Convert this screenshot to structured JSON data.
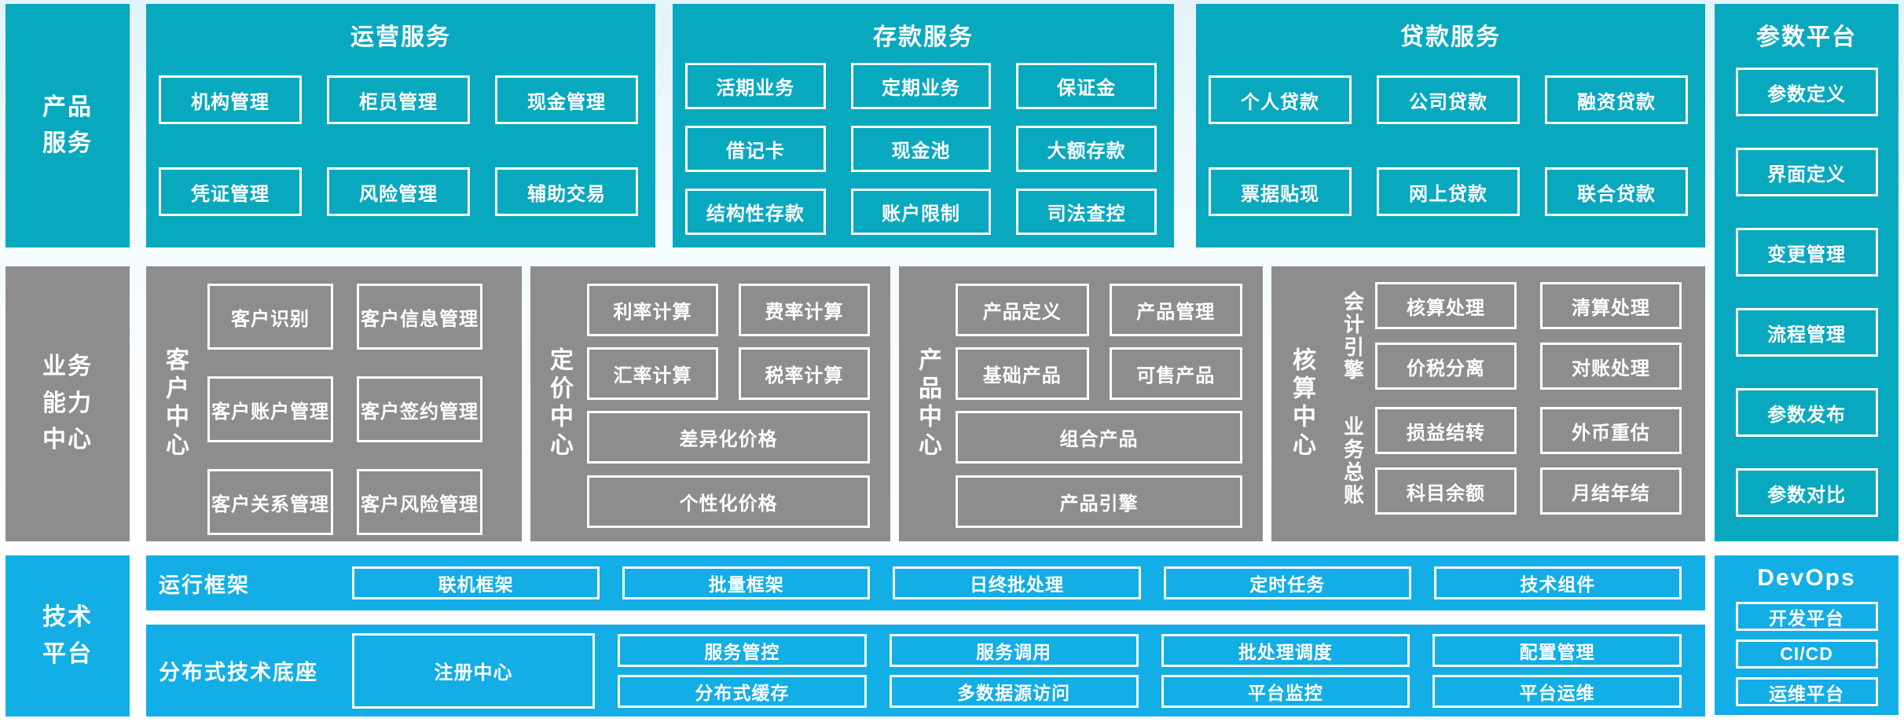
{
  "colors": {
    "teal": "#08a8bf",
    "gray": "#8d8d8d",
    "blue": "#12aee5",
    "box_border": "#ffffff",
    "text": "#ffffff"
  },
  "top": {
    "sidebar": "产品\n服务",
    "ops": {
      "title": "运营服务",
      "boxes": [
        "机构管理",
        "柜员管理",
        "现金管理",
        "凭证管理",
        "风险管理",
        "辅助交易"
      ]
    },
    "deposit": {
      "title": "存款服务",
      "boxes": [
        "活期业务",
        "定期业务",
        "保证金",
        "借记卡",
        "现金池",
        "大额存款",
        "结构性存款",
        "账户限制",
        "司法查控"
      ]
    },
    "loan": {
      "title": "贷款服务",
      "boxes": [
        "个人贷款",
        "公司贷款",
        "融资贷款",
        "票据贴现",
        "网上贷款",
        "联合贷款"
      ]
    },
    "param": {
      "title": "参数平台",
      "boxes": [
        "参数定义",
        "界面定义",
        "变更管理",
        "流程管理",
        "参数发布",
        "参数对比"
      ]
    }
  },
  "mid": {
    "sidebar": "业务\n能力\n中心",
    "customer": {
      "label": "客户中心",
      "boxes": [
        "客户识别",
        "客户信息管理",
        "客户账户管理",
        "客户签约管理",
        "客户关系管理",
        "客户风险管理"
      ]
    },
    "pricing": {
      "label": "定价中心",
      "boxes": [
        "利率计算",
        "费率计算",
        "汇率计算",
        "税率计算"
      ],
      "wide": [
        "差异化价格",
        "个性化价格"
      ]
    },
    "product": {
      "label": "产品中心",
      "boxes": [
        "产品定义",
        "产品管理",
        "基础产品",
        "可售产品"
      ],
      "wide": [
        "组合产品",
        "产品引擎"
      ]
    },
    "accounting": {
      "label": "核算中心",
      "groups": [
        {
          "label": "会计引擎",
          "boxes": [
            "核算处理",
            "清算处理",
            "价税分离",
            "对账处理"
          ]
        },
        {
          "label": "业务总账",
          "boxes": [
            "损益结转",
            "外币重估",
            "科目余额",
            "月结年结"
          ]
        }
      ]
    }
  },
  "bottom": {
    "sidebar": "技术\n平台",
    "runtime": {
      "label": "运行框架",
      "boxes": [
        "联机框架",
        "批量框架",
        "日终批处理",
        "定时任务",
        "技术组件"
      ]
    },
    "distbase": {
      "label": "分布式技术底座",
      "registry": "注册中心",
      "boxes": [
        "服务管控",
        "服务调用",
        "批处理调度",
        "配置管理",
        "分布式缓存",
        "多数据源访问",
        "平台监控",
        "平台运维"
      ]
    },
    "devops": {
      "title": "DevOps",
      "boxes": [
        "开发平台",
        "CI/CD",
        "运维平台"
      ]
    }
  }
}
